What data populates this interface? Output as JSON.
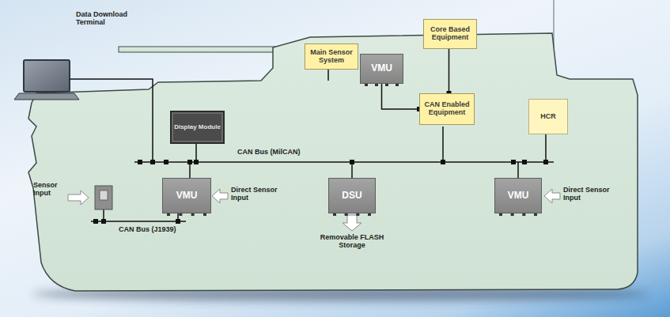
{
  "diagram": {
    "nodes": [
      {
        "text": [
          "Display Module"
        ]
      },
      {
        "text": [
          "Main Sensor System"
        ]
      },
      {
        "text": [
          "VMU"
        ]
      },
      {
        "text": [
          "Core Based Equipment"
        ]
      },
      {
        "text": [
          "CAN Enabled Equipment"
        ]
      },
      {
        "text": [
          "HCR"
        ]
      },
      {
        "text": [
          "VMU"
        ]
      },
      {
        "text": [
          "DSU"
        ]
      },
      {
        "text": [
          "VMU"
        ]
      }
    ],
    "edges": [
      {
        "from": 3,
        "to": 4,
        "arrow": "none"
      },
      {
        "from": 2,
        "to": 4,
        "arrow": "none"
      }
    ],
    "labels": [
      "Data Download Terminal",
      "CAN Bus (MilCAN)",
      "Sensor Input",
      "Direct Sensor Input",
      "Direct Sensor Input",
      "CAN Bus (J1939)",
      "Removable FLASH Storage"
    ]
  }
}
